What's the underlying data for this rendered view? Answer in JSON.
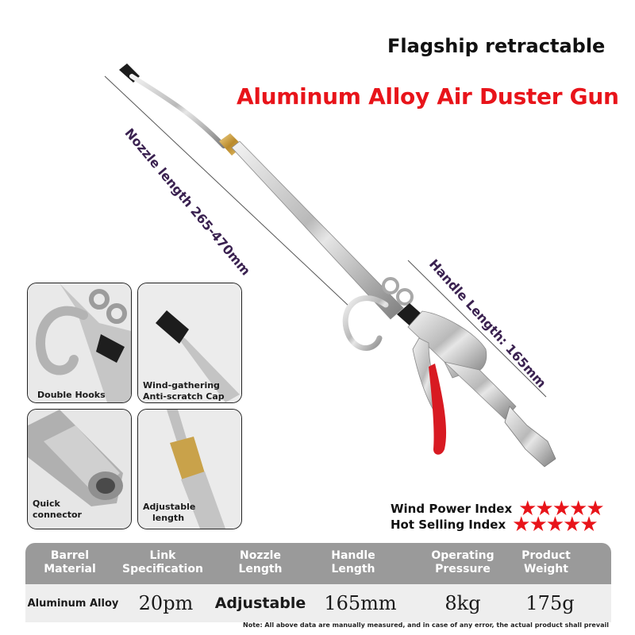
{
  "header": {
    "subtitle": "Flagship retractable",
    "title": "Aluminum Alloy Air Duster Gun"
  },
  "dimensions": {
    "nozzle": "Nozzle length 265-470mm",
    "handle": "Handle Length: 165mm"
  },
  "detail_cards": [
    {
      "label": "Double Hooks"
    },
    {
      "label_line1": "Wind-gathering",
      "label_line2": "Anti-scratch Cap"
    },
    {
      "label_line1": "Quick",
      "label_line2": "connector"
    },
    {
      "label_line1": "Adjustable",
      "label_line2": "length"
    }
  ],
  "indices": [
    {
      "label": "Wind Power Index",
      "stars": "★★★★★",
      "rating": 5
    },
    {
      "label": "Hot Selling Index",
      "stars": "★★★★★",
      "rating": 5
    }
  ],
  "spec_table": {
    "columns": [
      {
        "line1": "Barrel",
        "line2": "Material",
        "value": "Aluminum Alloy"
      },
      {
        "line1": "Link",
        "line2": "Specification",
        "value": "20pm"
      },
      {
        "line1": "Nozzle",
        "line2": "Length",
        "value": "Adjustable"
      },
      {
        "line1": "Handle",
        "line2": "Length",
        "value": "165mm"
      },
      {
        "line1": "Operating",
        "line2": "Pressure",
        "value": "8kg"
      },
      {
        "line1": "Product",
        "line2": "Weight",
        "value": "175g"
      }
    ],
    "note": "Note: All above data are manually measured, and in case of any error, the actual product shall prevail"
  },
  "colors": {
    "accent_red": "#e8141a",
    "header_gray": "#9a9a9a",
    "label_purple": "#3a2150"
  }
}
